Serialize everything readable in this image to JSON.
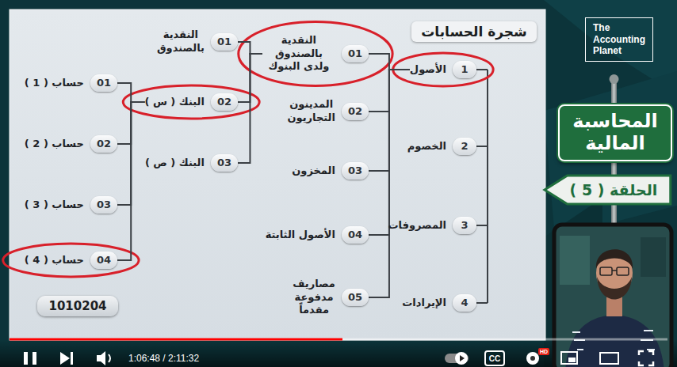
{
  "diagram": {
    "title": "شجرة الحسابات",
    "nodes": [
      {
        "text": [
          "1",
          "الأصول"
        ]
      },
      {
        "text": [
          "2",
          "الخصوم"
        ]
      },
      {
        "text": [
          "3",
          "المصروفات"
        ]
      },
      {
        "text": [
          "4",
          "الإيرادات"
        ]
      },
      {
        "text": [
          "01",
          "النقدية بالصندوق ولدى البنوك"
        ]
      },
      {
        "text": [
          "02",
          "المدينون التجاريون"
        ]
      },
      {
        "text": [
          "03",
          "المخزون"
        ]
      },
      {
        "text": [
          "04",
          "الأصول الثابتة"
        ]
      },
      {
        "text": [
          "05",
          "مصاريف مدفوعة مقدماً"
        ]
      },
      {
        "text": [
          "01",
          "النقدية بالصندوق"
        ]
      },
      {
        "text": [
          "02",
          "البنك ( س )"
        ]
      },
      {
        "text": [
          "03",
          "البنك ( ص )"
        ]
      },
      {
        "text": [
          "01",
          "حساب ( 1 )"
        ]
      },
      {
        "text": [
          "02",
          "حساب ( 2 )"
        ]
      },
      {
        "text": [
          "03",
          "حساب ( 3 )"
        ]
      },
      {
        "text": [
          "04",
          "حساب ( 4 )"
        ]
      },
      {
        "text": [
          "1010204"
        ]
      },
      {
        "text": [
          "The Accounting Planet"
        ]
      },
      {
        "text": [
          "المحاسبة المالية"
        ]
      },
      {
        "text": [
          "الحلقة ( 5 )"
        ]
      }
    ],
    "edges": [
      {
        "from": 0,
        "to": 4,
        "arrow": "none"
      },
      {
        "from": 0,
        "to": 5,
        "arrow": "none"
      },
      {
        "from": 0,
        "to": 6,
        "arrow": "none"
      },
      {
        "from": 0,
        "to": 7,
        "arrow": "none"
      },
      {
        "from": 0,
        "to": 8,
        "arrow": "none"
      },
      {
        "from": 4,
        "to": 9,
        "arrow": "none"
      },
      {
        "from": 4,
        "to": 10,
        "arrow": "none"
      },
      {
        "from": 4,
        "to": 11,
        "arrow": "none"
      },
      {
        "from": 10,
        "to": 12,
        "arrow": "none"
      },
      {
        "from": 10,
        "to": 13,
        "arrow": "none"
      },
      {
        "from": 10,
        "to": 14,
        "arrow": "none"
      },
      {
        "from": 10,
        "to": 15,
        "arrow": "none"
      }
    ],
    "labels": [
      "1:06:48 / 2:11:32",
      "CC",
      "HD"
    ]
  }
}
